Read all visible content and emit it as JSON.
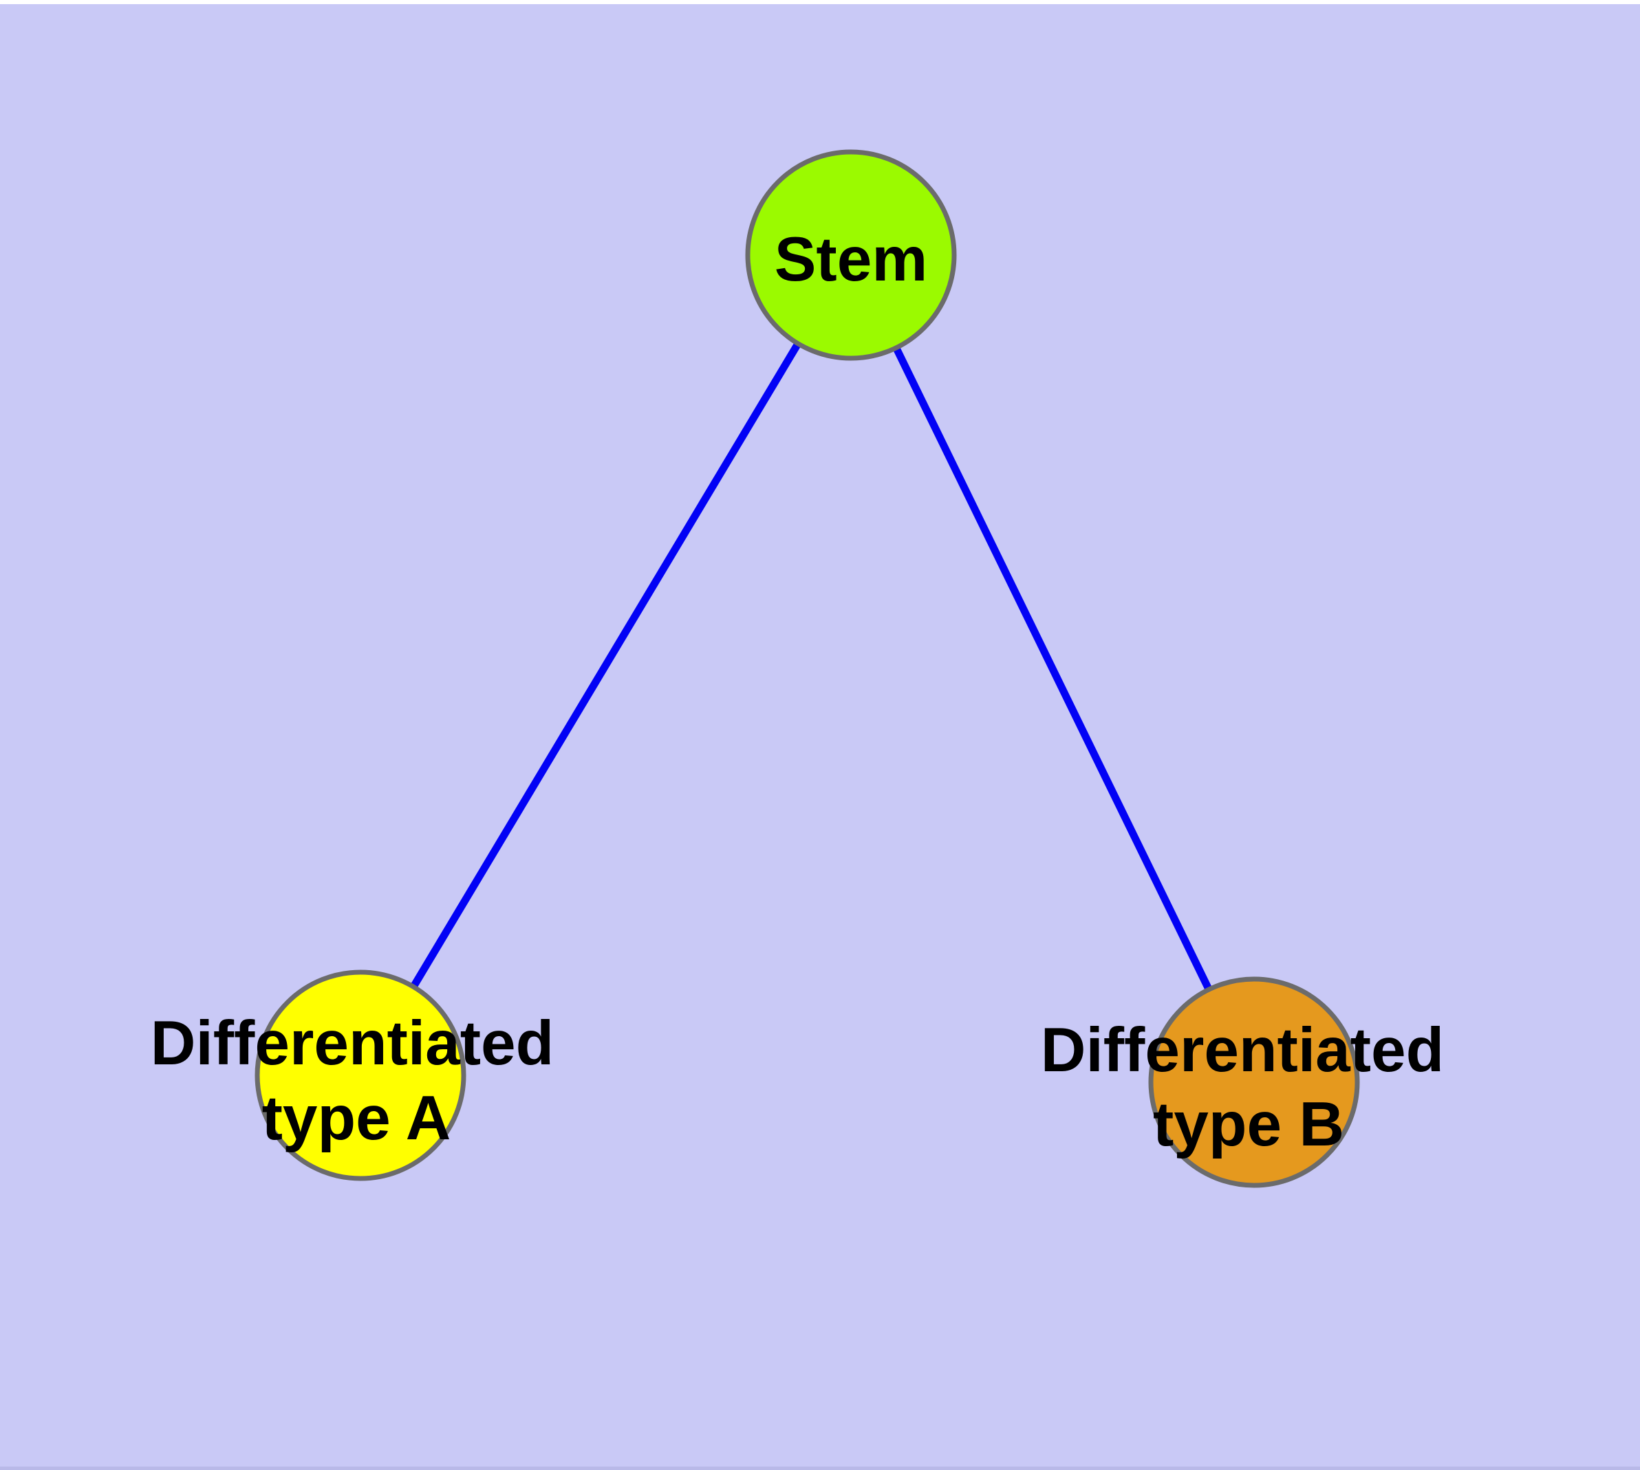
{
  "canvas": {
    "background_color": "#c9c9f6",
    "top_strip_color": "#ffffff",
    "bottom_strip_color": "#b9b9e8"
  },
  "graph": {
    "label_color": "#000000",
    "nodes": [
      {
        "id": "stem",
        "label": "Stem",
        "label_lines": [
          "Stem"
        ],
        "fill": "#9bfa00",
        "border_color": "#6b6b6b"
      },
      {
        "id": "differentiated-type-a",
        "label": "Differentiated type A",
        "label_lines": [
          "Differentiated",
          "type A"
        ],
        "fill": "#ffff00",
        "border_color": "#6b6b6b"
      },
      {
        "id": "differentiated-type-b",
        "label": "Differentiated type B",
        "label_lines": [
          "Differentiated",
          "type B"
        ],
        "fill": "#e5991e",
        "border_color": "#6b6b6b"
      }
    ],
    "edges": [
      {
        "from": "stem",
        "to": "differentiated-type-a",
        "color": "#0202f5"
      },
      {
        "from": "stem",
        "to": "differentiated-type-b",
        "color": "#0202f5"
      }
    ]
  }
}
